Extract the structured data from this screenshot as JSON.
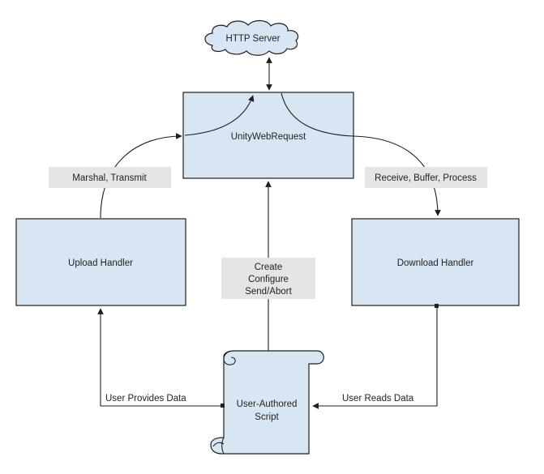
{
  "nodes": {
    "http_server": "HTTP Server",
    "unity_web_request": "UnityWebRequest",
    "upload_handler": "Upload Handler",
    "download_handler": "Download Handler",
    "script": [
      "User-Authored",
      "Script"
    ]
  },
  "edge_labels": {
    "marshal": "Marshal, Transmit",
    "receive": "Receive, Buffer, Process",
    "create": [
      "Create",
      "Configure",
      "Send/Abort"
    ],
    "user_provides": "User Provides Data",
    "user_reads": "User Reads Data"
  },
  "colors": {
    "node_fill": "#d8e6f4",
    "label_fill": "#e5e5e5",
    "stroke": "#1f1f1f"
  }
}
